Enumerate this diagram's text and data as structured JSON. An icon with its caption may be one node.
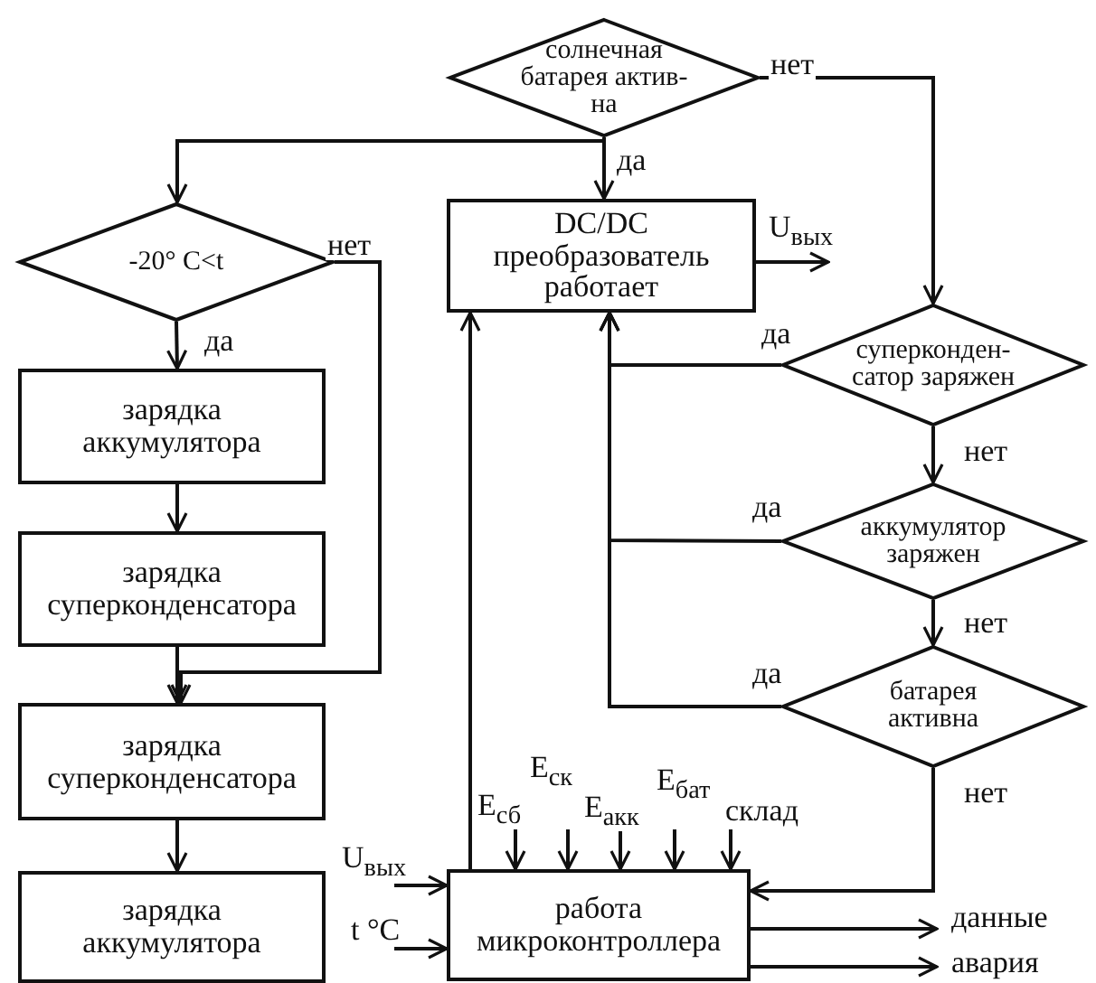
{
  "diagram": {
    "nodes": [
      {
        "text": [
          "солнечная батарея актив- на"
        ]
      },
      {
        "text": [
          "-20° C<t"
        ]
      },
      {
        "text": [
          "DC/DC преобразователь работает"
        ]
      },
      {
        "text": [
          "суперконден- сатор заряжен"
        ]
      },
      {
        "text": [
          "зарядка аккумулятора"
        ]
      },
      {
        "text": [
          "зарядка суперконденсатора"
        ]
      },
      {
        "text": [
          "аккумулятор заряжен"
        ]
      },
      {
        "text": [
          "зарядка суперконденсатора"
        ]
      },
      {
        "text": [
          "батарея активна"
        ]
      },
      {
        "text": [
          "зарядка аккумулятора"
        ]
      },
      {
        "text": [
          "работа микроконтроллера"
        ]
      }
    ],
    "edges": [
      {
        "from": 0,
        "to": 2,
        "arrow": "to",
        "label": "да"
      },
      {
        "from": 0,
        "to": 1,
        "arrow": "to"
      },
      {
        "from": 0,
        "to": 3,
        "arrow": "to",
        "label": "нет"
      },
      {
        "from": 1,
        "to": 4,
        "arrow": "to",
        "label": "да"
      },
      {
        "from": 1,
        "to": 7,
        "arrow": "to",
        "label": "нет"
      },
      {
        "from": 4,
        "to": 5,
        "arrow": "to"
      },
      {
        "from": 5,
        "to": 7,
        "arrow": "to"
      },
      {
        "from": 7,
        "to": 9,
        "arrow": "to"
      },
      {
        "from": 3,
        "to": 2,
        "arrow": "to",
        "label": "да"
      },
      {
        "from": 6,
        "to": 2,
        "arrow": "to",
        "label": "да"
      },
      {
        "from": 8,
        "to": 2,
        "arrow": "to",
        "label": "да"
      },
      {
        "from": 3,
        "to": 6,
        "arrow": "to",
        "label": "нет"
      },
      {
        "from": 6,
        "to": 8,
        "arrow": "to",
        "label": "нет"
      },
      {
        "from": 8,
        "to": 10,
        "arrow": "to",
        "label": "нет"
      },
      {
        "from": 10,
        "to": 2,
        "arrow": "to"
      },
      {
        "from": 2,
        "to": null,
        "arrow": "to",
        "label": "U$_{вых}$"
      },
      {
        "from": null,
        "to": 10,
        "arrow": "to",
        "label": "U$_{вых}$"
      },
      {
        "from": null,
        "to": 10,
        "arrow": "to",
        "label": "t °C"
      },
      {
        "from": null,
        "to": 10,
        "arrow": "to",
        "label": "E$_{сб}$"
      },
      {
        "from": null,
        "to": 10,
        "arrow": "to",
        "label": "E$_{ск}$"
      },
      {
        "from": null,
        "to": 10,
        "arrow": "to",
        "label": "E$_{акк}$"
      },
      {
        "from": null,
        "to": 10,
        "arrow": "to",
        "label": "E$_{бат}$"
      },
      {
        "from": null,
        "to": 10,
        "arrow": "to",
        "label": "склад"
      },
      {
        "from": 10,
        "to": null,
        "arrow": "to",
        "label": "данные"
      },
      {
        "from": 10,
        "to": null,
        "arrow": "to",
        "label": "авария"
      }
    ]
  }
}
